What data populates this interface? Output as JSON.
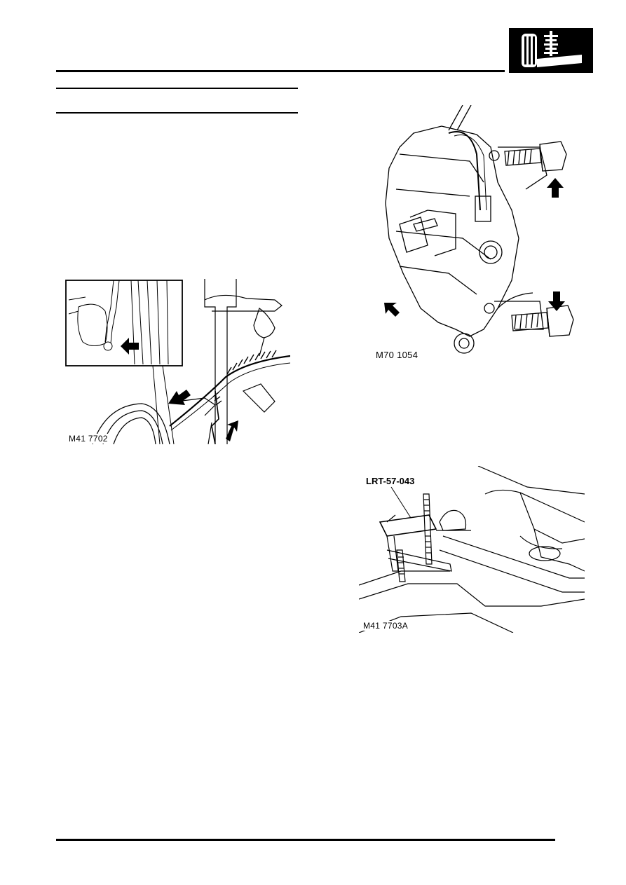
{
  "header": {
    "section_icon": "suspension-section-icon"
  },
  "figures": [
    {
      "id": "fig1",
      "caption": "M41 7702",
      "icon": "brake-hose-sensor-illustration"
    },
    {
      "id": "fig2",
      "caption": "M70 1054",
      "icon": "brake-caliper-bolts-illustration"
    },
    {
      "id": "fig3",
      "caption": "M41 7703A",
      "tool_label": "LRT-57-043",
      "icon": "ball-joint-splitter-illustration"
    }
  ]
}
